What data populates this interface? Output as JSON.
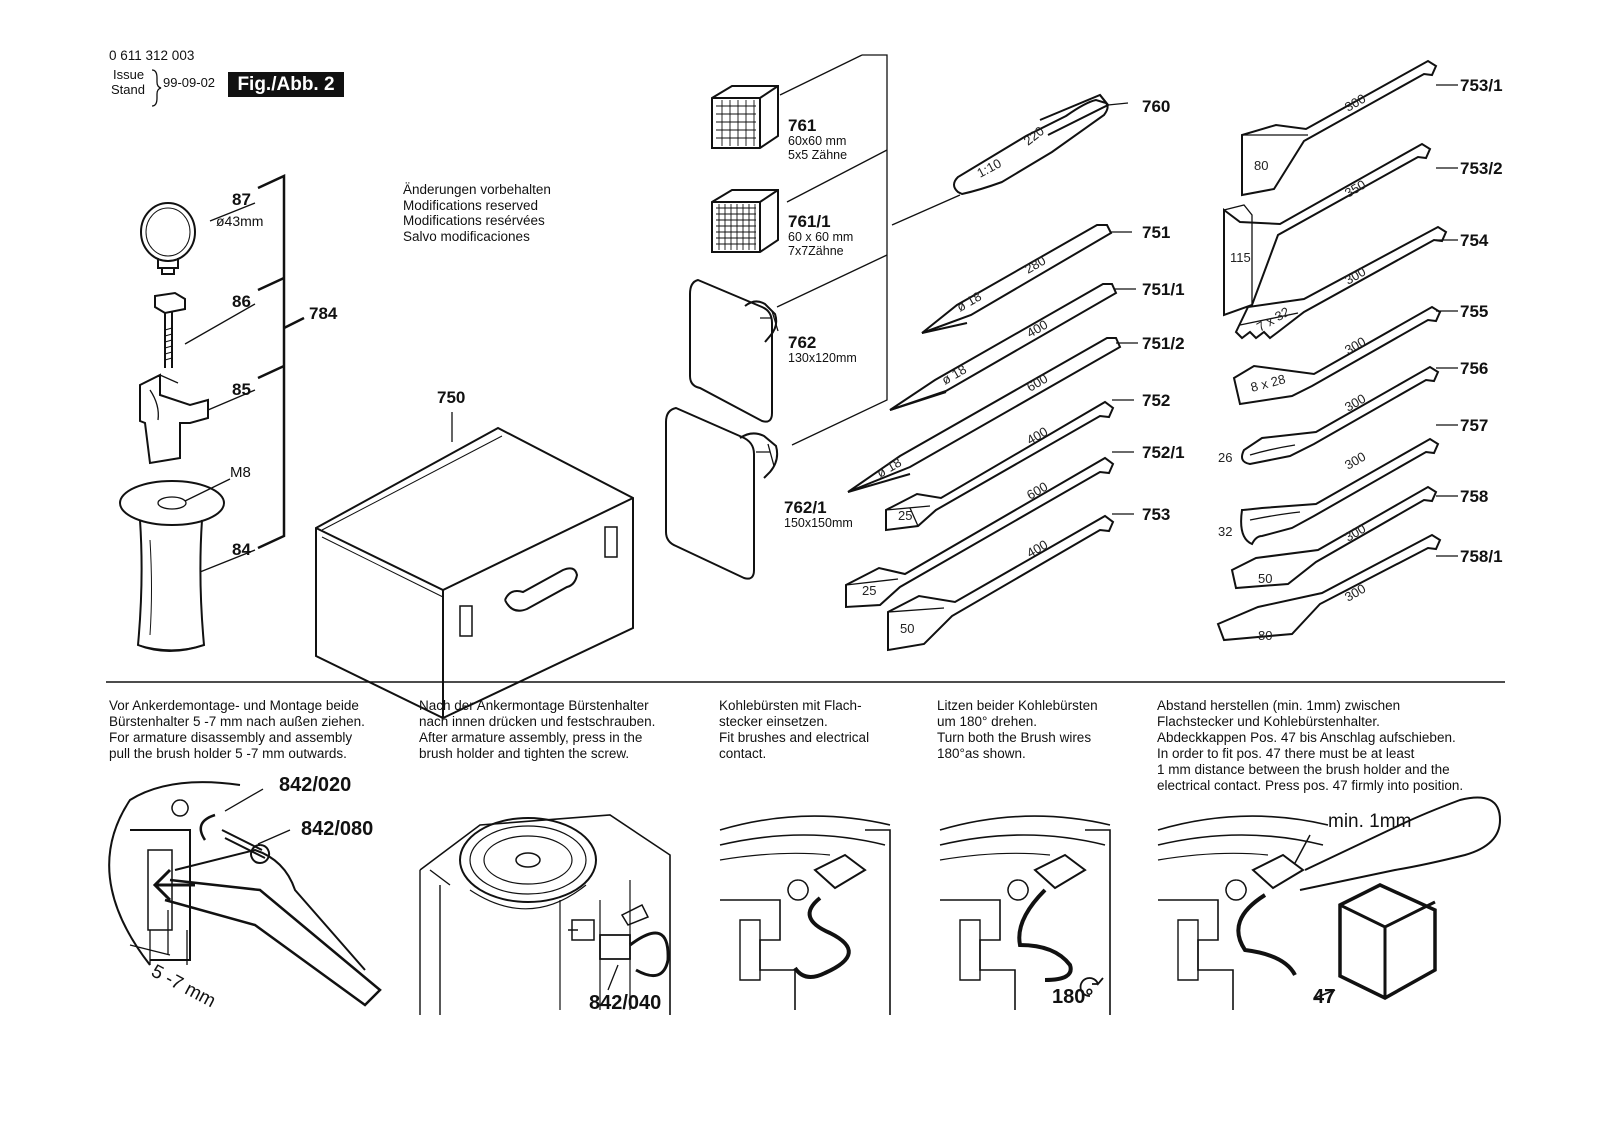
{
  "header": {
    "part_number": "0 611 312 003",
    "issue_label": "Issue",
    "stand_label": "Stand",
    "date": "99-09-02",
    "figure": "Fig./Abb. 2"
  },
  "notice": {
    "lines": [
      "Änderungen vorbehalten",
      "Modifications reserved",
      "Modifications resérvées",
      "Salvo modificaciones"
    ]
  },
  "handle_group": {
    "group_label": "784",
    "parts": [
      {
        "label": "87",
        "note": "ø43mm"
      },
      {
        "label": "86",
        "note": ""
      },
      {
        "label": "85",
        "note": ""
      },
      {
        "label": "84",
        "note": ""
      }
    ],
    "thread_label": "M8"
  },
  "case_label": "750",
  "accessories": [
    {
      "label": "761",
      "lines": [
        "60x60 mm",
        "5x5 Zähne"
      ]
    },
    {
      "label": "761/1",
      "lines": [
        "60 x 60 mm",
        "7x7Zähne"
      ]
    },
    {
      "label": "762",
      "lines": [
        "130x120mm"
      ]
    },
    {
      "label": "762/1",
      "lines": [
        "150x150mm"
      ]
    }
  ],
  "chisels_middle": [
    {
      "label": "760",
      "marks": [
        "1:10",
        "220"
      ]
    },
    {
      "label": "751",
      "marks": [
        "ø 18",
        "280"
      ]
    },
    {
      "label": "751/1",
      "marks": [
        "ø 18",
        "400"
      ]
    },
    {
      "label": "751/2",
      "marks": [
        "ø 18",
        "600"
      ]
    },
    {
      "label": "752",
      "marks": [
        "25",
        "400"
      ]
    },
    {
      "label": "752/1",
      "marks": [
        "25",
        "600"
      ]
    },
    {
      "label": "753",
      "marks": [
        "50",
        "400"
      ]
    }
  ],
  "chisels_right": [
    {
      "label": "753/1",
      "marks": [
        "80",
        "300"
      ]
    },
    {
      "label": "753/2",
      "marks": [
        "115",
        "350"
      ]
    },
    {
      "label": "754",
      "marks": [
        "7 x 32",
        "300"
      ]
    },
    {
      "label": "755",
      "marks": [
        "8 x 28",
        "300"
      ]
    },
    {
      "label": "756",
      "marks": [
        "26",
        "300"
      ]
    },
    {
      "label": "757",
      "marks": [
        "32",
        "300"
      ]
    },
    {
      "label": "758",
      "marks": [
        "50",
        "300"
      ]
    },
    {
      "label": "758/1",
      "marks": [
        "80",
        "300"
      ]
    }
  ],
  "instructions": [
    {
      "lines": [
        "Vor Ankerdemontage- und Montage beide",
        "Bürstenhalter 5 -7 mm nach außen ziehen.",
        "For armature disassembly and assembly",
        "pull the brush holder 5 -7 mm outwards."
      ]
    },
    {
      "lines": [
        "Nach der Ankermontage Bürstenhalter",
        "nach innen drücken und festschrauben.",
        "After armature assembly, press in the",
        "brush holder and tighten the screw."
      ]
    },
    {
      "lines": [
        "Kohlebürsten mit Flach-",
        "stecker einsetzen.",
        "Fit brushes and electrical",
        "contact."
      ]
    },
    {
      "lines": [
        "Litzen beider Kohlebürsten",
        "um 180° drehen.",
        "Turn both the Brush wires",
        "180°as shown."
      ]
    },
    {
      "lines": [
        "Abstand herstellen (min. 1mm) zwischen",
        "Flachstecker und Kohlebürstenhalter.",
        "Abdeckkappen Pos. 47 bis Anschlag aufschieben.",
        "In order to fit pos. 47 there must be at least",
        "1 mm distance between the brush holder and the",
        "electrical contact. Press pos. 47 firmly into position."
      ]
    }
  ],
  "detail_labels": {
    "screw_holder": "842/020",
    "screw": "842/080",
    "range": "5 -7 mm",
    "brush": "842/040",
    "rotation": "180°",
    "min_gap": "min. 1mm",
    "cap": "47"
  }
}
